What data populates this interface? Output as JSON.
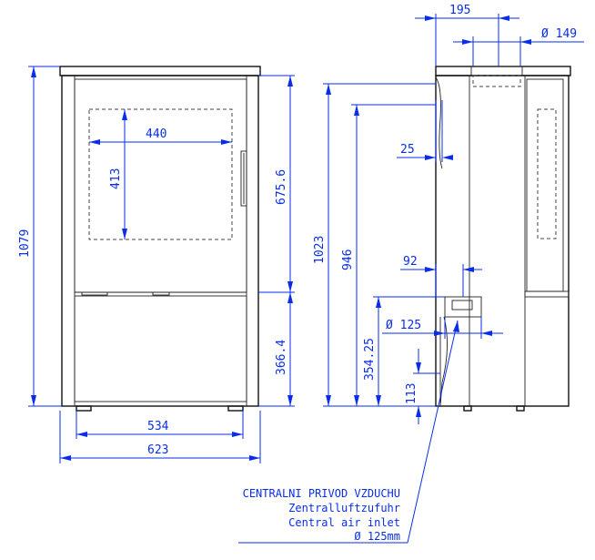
{
  "dimensions": {
    "inner_width": "440",
    "inner_height": "413",
    "door_height": "675.6",
    "lower_height": "366.4",
    "total_height": "1079",
    "feet_width": "534",
    "total_width": "623",
    "top_depth": "195",
    "top_outlet": "Ø 149",
    "wall_offset": "25",
    "height_1023": "1023",
    "height_946": "946",
    "inlet_offset": "92",
    "inlet_diameter": "Ø 125",
    "inlet_height": "354.25",
    "base_height": "113"
  },
  "note": {
    "line1": "CENTRALNI PRIVOD VZDUCHU",
    "line2": "Zentralluftzufuhr",
    "line3": "Central air inlet",
    "line4": "Ø 125mm"
  }
}
